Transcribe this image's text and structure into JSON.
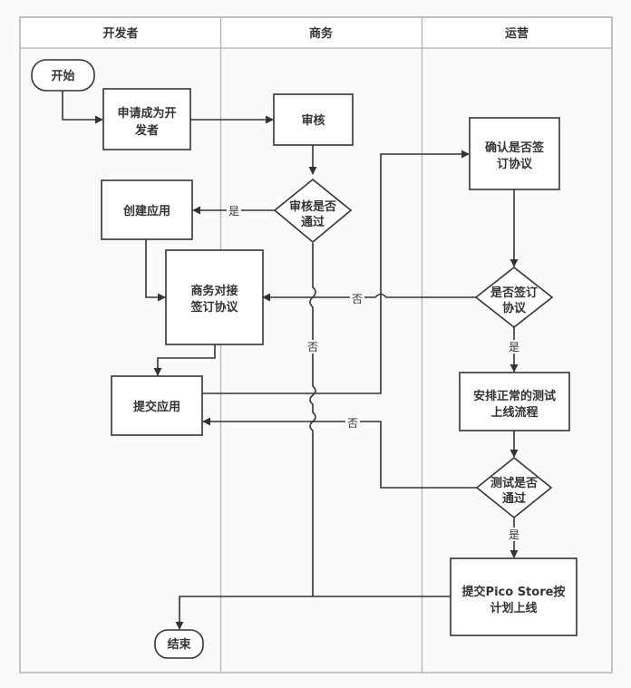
{
  "diagram": {
    "type": "swimlane-flowchart",
    "lanes": [
      {
        "id": "developer",
        "title": "开发者"
      },
      {
        "id": "business",
        "title": "商务"
      },
      {
        "id": "operations",
        "title": "运营"
      }
    ],
    "nodes": [
      {
        "id": "start",
        "shape": "terminator",
        "lane": "developer",
        "lines": [
          "开始"
        ]
      },
      {
        "id": "apply",
        "shape": "process",
        "lane": "developer",
        "lines": [
          "申请成为开",
          "发者"
        ]
      },
      {
        "id": "review",
        "shape": "process",
        "lane": "business",
        "lines": [
          "审核"
        ]
      },
      {
        "id": "review_pass",
        "shape": "decision",
        "lane": "business",
        "lines": [
          "审核是否",
          "通过"
        ]
      },
      {
        "id": "create_app",
        "shape": "process",
        "lane": "developer",
        "lines": [
          "创建应用"
        ]
      },
      {
        "id": "biz_sign",
        "shape": "process",
        "lane": "developer",
        "lines": [
          "商务对接",
          "签订协议"
        ]
      },
      {
        "id": "confirm_sign",
        "shape": "process",
        "lane": "operations",
        "lines": [
          "确认是否签",
          "订协议"
        ]
      },
      {
        "id": "signed",
        "shape": "decision",
        "lane": "operations",
        "lines": [
          "是否签订",
          "协议"
        ]
      },
      {
        "id": "submit_app",
        "shape": "process",
        "lane": "developer",
        "lines": [
          "提交应用"
        ]
      },
      {
        "id": "arrange_test",
        "shape": "process",
        "lane": "operations",
        "lines": [
          "安排正常的测试",
          "上线流程"
        ]
      },
      {
        "id": "test_pass",
        "shape": "decision",
        "lane": "operations",
        "lines": [
          "测试是否",
          "通过"
        ]
      },
      {
        "id": "publish",
        "shape": "process",
        "lane": "operations",
        "lines": [
          "提交Pico Store按",
          "计划上线"
        ]
      },
      {
        "id": "end",
        "shape": "terminator",
        "lane": "developer",
        "lines": [
          "结束"
        ]
      }
    ],
    "edges": [
      {
        "from": "start",
        "to": "apply",
        "label": ""
      },
      {
        "from": "apply",
        "to": "review",
        "label": ""
      },
      {
        "from": "review",
        "to": "review_pass",
        "label": ""
      },
      {
        "from": "review_pass",
        "to": "create_app",
        "label": "是"
      },
      {
        "from": "review_pass",
        "to": "end",
        "label": "否"
      },
      {
        "from": "create_app",
        "to": "biz_sign",
        "label": ""
      },
      {
        "from": "biz_sign",
        "to": "submit_app",
        "label": ""
      },
      {
        "from": "submit_app",
        "to": "confirm_sign",
        "label": ""
      },
      {
        "from": "confirm_sign",
        "to": "signed",
        "label": ""
      },
      {
        "from": "signed",
        "to": "biz_sign",
        "label": "否"
      },
      {
        "from": "signed",
        "to": "arrange_test",
        "label": "是"
      },
      {
        "from": "arrange_test",
        "to": "test_pass",
        "label": ""
      },
      {
        "from": "test_pass",
        "to": "submit_app",
        "label": "否"
      },
      {
        "from": "test_pass",
        "to": "publish",
        "label": "是"
      },
      {
        "from": "publish",
        "to": "end",
        "label": ""
      }
    ]
  },
  "colors": {
    "background": "#fafafa",
    "lane_border": "#b3b3b3",
    "shape_stroke": "#333333",
    "shape_fill": "#ffffff",
    "text": "#333333"
  }
}
